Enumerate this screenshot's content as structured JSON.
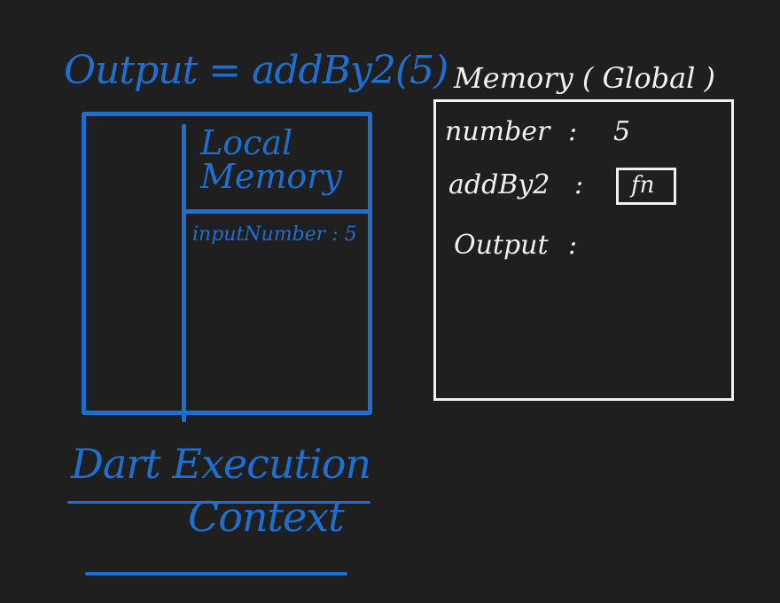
{
  "execution": {
    "title": "Output = addBy2(5)",
    "local_memory_label": "Local\nMemory",
    "local_entry": "inputNumber : 5",
    "caption_line1": "Dart Execution",
    "caption_line2": "Context"
  },
  "memory": {
    "title": "Memory ( Global )",
    "rows": [
      {
        "name": "number",
        "sep": ":",
        "value": "5"
      },
      {
        "name": "addBy2",
        "sep": ":",
        "value": "fn"
      },
      {
        "name": "Output",
        "sep": ":",
        "value": ""
      }
    ]
  },
  "colors": {
    "background": "#1f1f1f",
    "blue_ink": "#1e6fd1",
    "white_ink": "#f1f1f1"
  }
}
